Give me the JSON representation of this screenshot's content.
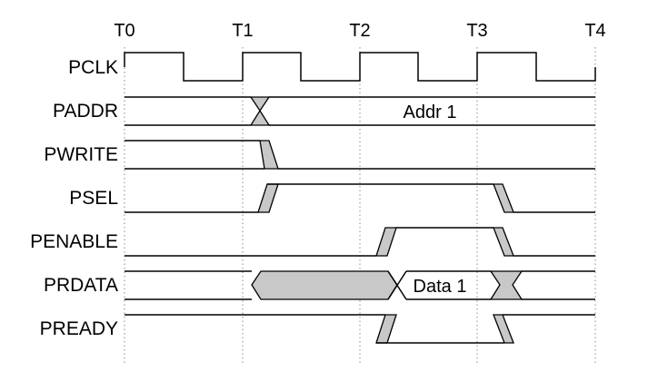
{
  "clock_labels": [
    "T0",
    "T1",
    "T2",
    "T3",
    "T4"
  ],
  "signals": [
    {
      "name": "PCLK",
      "kind": "clock"
    },
    {
      "name": "PADDR",
      "kind": "bus",
      "value": "Addr 1"
    },
    {
      "name": "PWRITE",
      "kind": "bit"
    },
    {
      "name": "PSEL",
      "kind": "bit"
    },
    {
      "name": "PENABLE",
      "kind": "bit"
    },
    {
      "name": "PRDATA",
      "kind": "bus",
      "value": "Data 1"
    },
    {
      "name": "PREADY",
      "kind": "bit"
    }
  ],
  "colors": {
    "line": "#000000",
    "shade": "#c8c8c8",
    "grid": "#8a8a8a",
    "background": "#ffffff"
  }
}
